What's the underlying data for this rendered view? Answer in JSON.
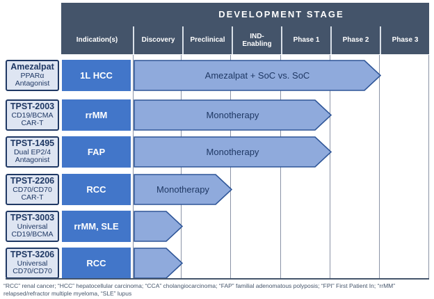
{
  "header": {
    "title": "DEVELOPMENT STAGE",
    "indication_column": "Indication(s)"
  },
  "chart_data": {
    "type": "table",
    "title": "DEVELOPMENT STAGE",
    "stages": [
      "Discovery",
      "Preclinical",
      "IND-\nEnabling",
      "Phase 1",
      "Phase 2",
      "Phase 3"
    ],
    "programs": [
      {
        "name": "Amezalpat",
        "modality_lines": [
          "PPARα",
          "Antagonist"
        ],
        "indication": "1L HCC",
        "arrow_label": "Amezalpat + SoC vs. SoC",
        "stage_reached": "Phase 2"
      },
      {
        "name": "TPST-2003",
        "modality_lines": [
          "CD19/BCMA",
          "CAR-T"
        ],
        "indication": "rrMM",
        "arrow_label": "Monotherapy",
        "stage_reached": "Phase 1"
      },
      {
        "name": "TPST-1495",
        "modality_lines": [
          "Dual EP2/4",
          "Antagonist"
        ],
        "indication": "FAP",
        "arrow_label": "Monotherapy",
        "stage_reached": "Phase 1"
      },
      {
        "name": "TPST-2206",
        "modality_lines": [
          "CD70/CD70",
          "CAR-T"
        ],
        "indication": "RCC",
        "arrow_label": "Monotherapy",
        "stage_reached": "Preclinical"
      },
      {
        "name": "TPST-3003",
        "modality_lines": [
          "Universal",
          "CD19/BCMA"
        ],
        "indication": "rrMM, SLE",
        "arrow_label": "",
        "stage_reached": "Discovery"
      },
      {
        "name": "TPST-3206",
        "modality_lines": [
          "Universal",
          "CD70/CD70"
        ],
        "indication": "RCC",
        "arrow_label": "",
        "stage_reached": "Discovery"
      }
    ]
  },
  "footnote_lines": [
    "“RCC” renal cancer; “HCC” hepatocellular carcinoma; “CCA” cholangiocarcinoma; “FAP” familial adenomatous polyposis; “FPI” First Patient In; “rrMM”",
    "relapsed/refractor multiple myeloma, “SLE” lupus"
  ],
  "colors": {
    "header_bg": "#44546A",
    "indication_bg": "#4276C9",
    "arrow_fill": "#8FAADC",
    "arrow_border": "#2E5597",
    "box_bg": "#DEE5F2",
    "box_border": "#1F3864",
    "text_navy": "#1F3864",
    "gridline": "#8A93A6",
    "baseline": "#44546A",
    "footnote_text": "#44546A"
  }
}
